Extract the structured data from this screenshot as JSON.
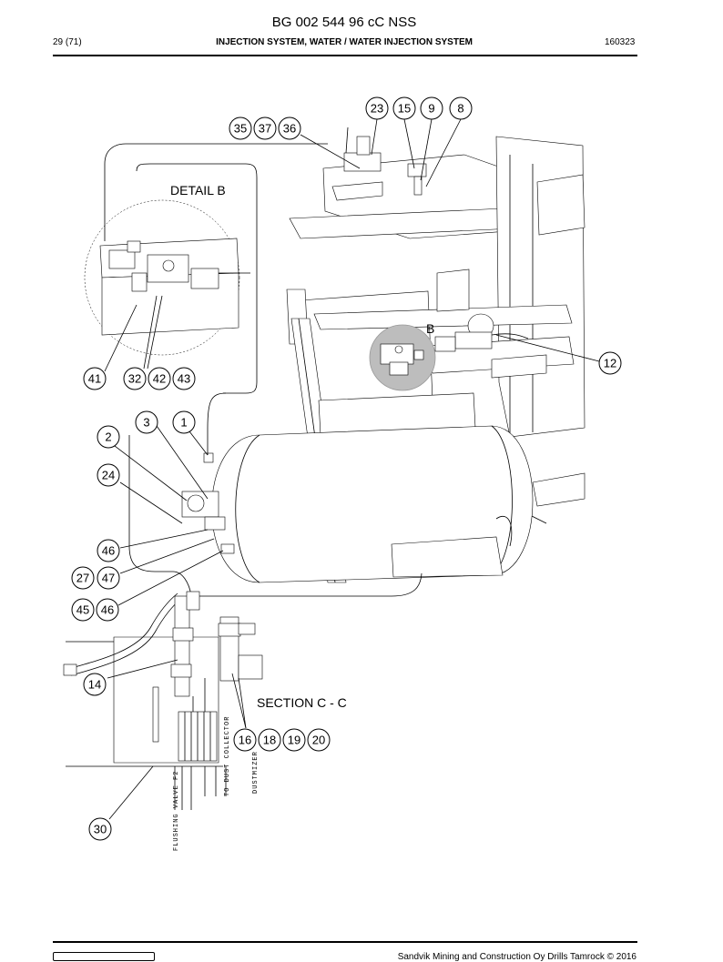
{
  "header": {
    "doc_number": "BG 002 544 96 cC NSS",
    "page": "29 (71)",
    "section": "INJECTION SYSTEM, WATER / WATER INJECTION SYSTEM",
    "date_code": "160323"
  },
  "labels": {
    "detail_b": "DETAIL B",
    "marker_b": "B",
    "section_cc": "SECTION C - C",
    "flushing_valve": "FLUSHING VALVE F2",
    "to_dust_collector": "TO DUST COLLECTOR",
    "dustmizer": "DUSTMIZER"
  },
  "callouts": {
    "c23": "23",
    "c15": "15",
    "c9": "9",
    "c8": "8",
    "c35": "35",
    "c37": "37",
    "c36": "36",
    "c12": "12",
    "c41": "41",
    "c32": "32",
    "c42": "42",
    "c43": "43",
    "c3": "3",
    "c1": "1",
    "c2": "2",
    "c24": "24",
    "c46a": "46",
    "c27": "27",
    "c47": "47",
    "c45": "45",
    "c46b": "46",
    "c14": "14",
    "c16": "16",
    "c18": "18",
    "c19": "19",
    "c20": "20",
    "c30": "30"
  },
  "footer": {
    "copyright": "Sandvik Mining and Construction Oy Drills Tamrock © 2016"
  }
}
